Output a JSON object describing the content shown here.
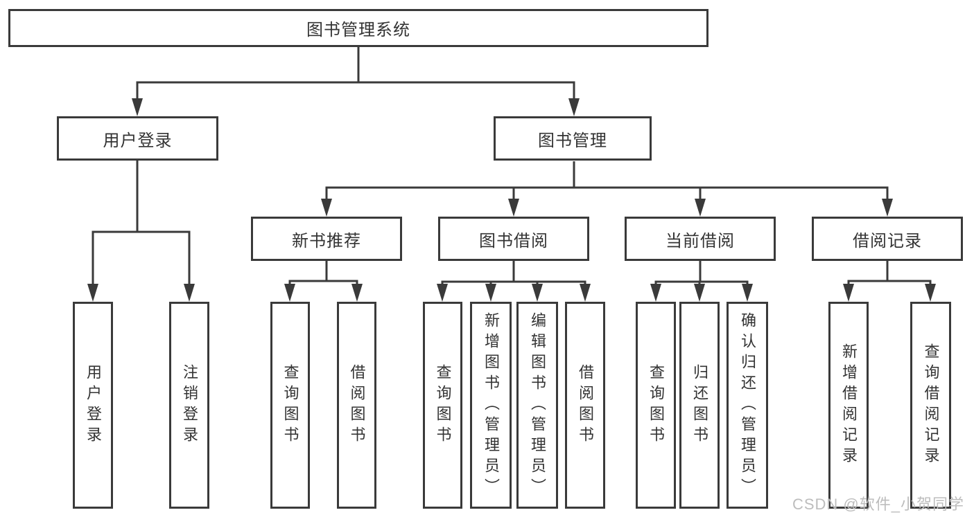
{
  "root": {
    "label": "图书管理系统"
  },
  "level2": {
    "user_login": {
      "label": "用户登录"
    },
    "book_management": {
      "label": "图书管理"
    }
  },
  "level3": {
    "new_book_recommend": {
      "label": "新书推荐"
    },
    "book_borrow": {
      "label": "图书借阅"
    },
    "current_borrow": {
      "label": "当前借阅"
    },
    "borrow_records": {
      "label": "借阅记录"
    }
  },
  "leaves": {
    "user_login": {
      "label": "用户登录"
    },
    "logout": {
      "label": "注销登录"
    },
    "recommend_query": {
      "label": "查询图书"
    },
    "recommend_borrow": {
      "label": "借阅图书"
    },
    "borrow_query": {
      "label": "查询图书"
    },
    "borrow_add": {
      "label": "新增图书（管理员）"
    },
    "borrow_edit": {
      "label": "编辑图书（管理员）"
    },
    "borrow_borrow": {
      "label": "借阅图书"
    },
    "current_query": {
      "label": "查询图书"
    },
    "current_return": {
      "label": "归还图书"
    },
    "current_confirm": {
      "label": "确认归还（管理员）"
    },
    "records_add": {
      "label": "新增借阅记录"
    },
    "records_query": {
      "label": "查询借阅记录"
    }
  },
  "watermark": {
    "text": "CSDN @软件_小贺同学"
  },
  "colors": {
    "line": "#3a3a3a",
    "text": "#333333",
    "watermark": "#bdbdbd",
    "background": "#ffffff"
  }
}
